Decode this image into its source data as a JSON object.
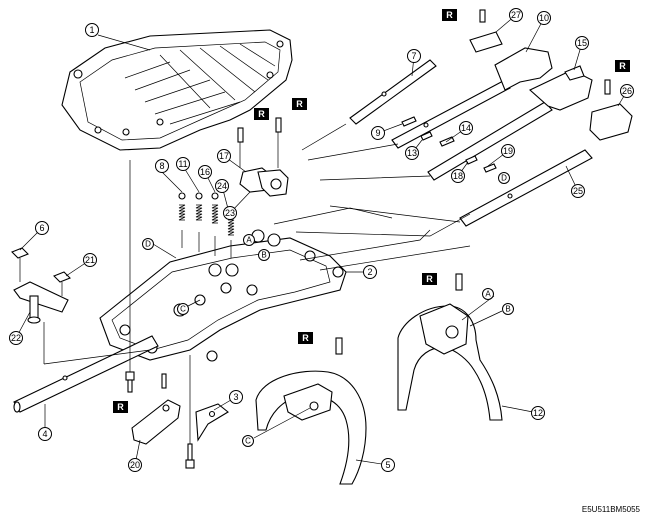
{
  "figure": {
    "code": "E5U511BM5055",
    "reuse_mark": "R"
  },
  "callouts": [
    {
      "id": "c1",
      "label": "1"
    },
    {
      "id": "c2",
      "label": "2"
    },
    {
      "id": "c3",
      "label": "3"
    },
    {
      "id": "c4",
      "label": "4"
    },
    {
      "id": "c5",
      "label": "5"
    },
    {
      "id": "c6",
      "label": "6"
    },
    {
      "id": "c7",
      "label": "7"
    },
    {
      "id": "c8",
      "label": "8"
    },
    {
      "id": "c9",
      "label": "9"
    },
    {
      "id": "c10",
      "label": "10"
    },
    {
      "id": "c11",
      "label": "11"
    },
    {
      "id": "c12",
      "label": "12"
    },
    {
      "id": "c13",
      "label": "13"
    },
    {
      "id": "c14",
      "label": "14"
    },
    {
      "id": "c15",
      "label": "15"
    },
    {
      "id": "c16",
      "label": "16"
    },
    {
      "id": "c17",
      "label": "17"
    },
    {
      "id": "c18",
      "label": "18"
    },
    {
      "id": "c19",
      "label": "19"
    },
    {
      "id": "c20",
      "label": "20"
    },
    {
      "id": "c21",
      "label": "21"
    },
    {
      "id": "c22",
      "label": "22"
    },
    {
      "id": "c23",
      "label": "23"
    },
    {
      "id": "c24",
      "label": "24"
    },
    {
      "id": "c25",
      "label": "25"
    },
    {
      "id": "c26",
      "label": "26"
    },
    {
      "id": "c27",
      "label": "27"
    }
  ],
  "letters": [
    {
      "id": "lA1",
      "label": "A"
    },
    {
      "id": "lB1",
      "label": "B"
    },
    {
      "id": "lC1",
      "label": "C"
    },
    {
      "id": "lD1",
      "label": "D"
    },
    {
      "id": "lD2",
      "label": "D"
    },
    {
      "id": "lA2",
      "label": "A"
    },
    {
      "id": "lB2",
      "label": "B"
    },
    {
      "id": "lC2",
      "label": "C"
    }
  ]
}
